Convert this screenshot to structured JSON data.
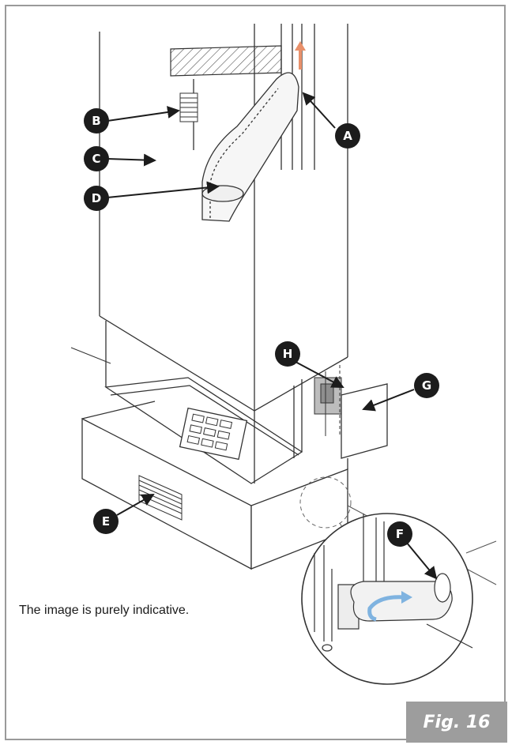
{
  "callouts": {
    "a": "A",
    "b": "B",
    "c": "C",
    "d": "D",
    "e": "E",
    "f": "F",
    "g": "G",
    "h": "H"
  },
  "note": "The image is purely indicative.",
  "figure_label": "Fig. 16",
  "colors": {
    "callout_fill": "#1c1c1c",
    "flow_up_arrow": "#e8906a",
    "flow_curve_arrow": "#7fb3e0",
    "label_box": "#9d9d9d"
  }
}
